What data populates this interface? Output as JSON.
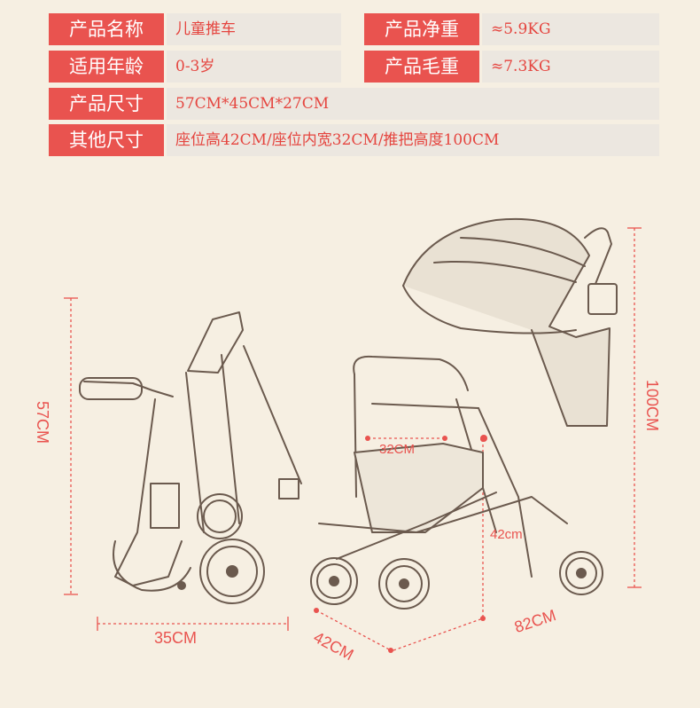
{
  "specs": {
    "row1": {
      "name_label": "产品名称",
      "name_value": "儿童推车",
      "net_label": "产品净重",
      "net_value": "≈5.9KG"
    },
    "row2": {
      "age_label": "适用年龄",
      "age_value": "0-3岁",
      "gross_label": "产品毛重",
      "gross_value": "≈7.3KG"
    },
    "row3": {
      "size_label": "产品尺寸",
      "size_value": "57CM*45CM*27CM"
    },
    "row4": {
      "other_label": "其他尺寸",
      "other_value": "座位高42CM/座位内宽32CM/推把高度100CM"
    }
  },
  "dimensions": {
    "folded_height": "57CM",
    "folded_width": "35CM",
    "depth": "42CM",
    "length": "82CM",
    "handle_height": "100CM",
    "seat_width": "32CM",
    "seat_height": "42cm"
  },
  "colors": {
    "label_bg": "#e9534f",
    "value_bg": "#ece7e0",
    "value_text": "#e5453f",
    "background": "#f6efe2",
    "line_art": "#6b5a4e"
  }
}
